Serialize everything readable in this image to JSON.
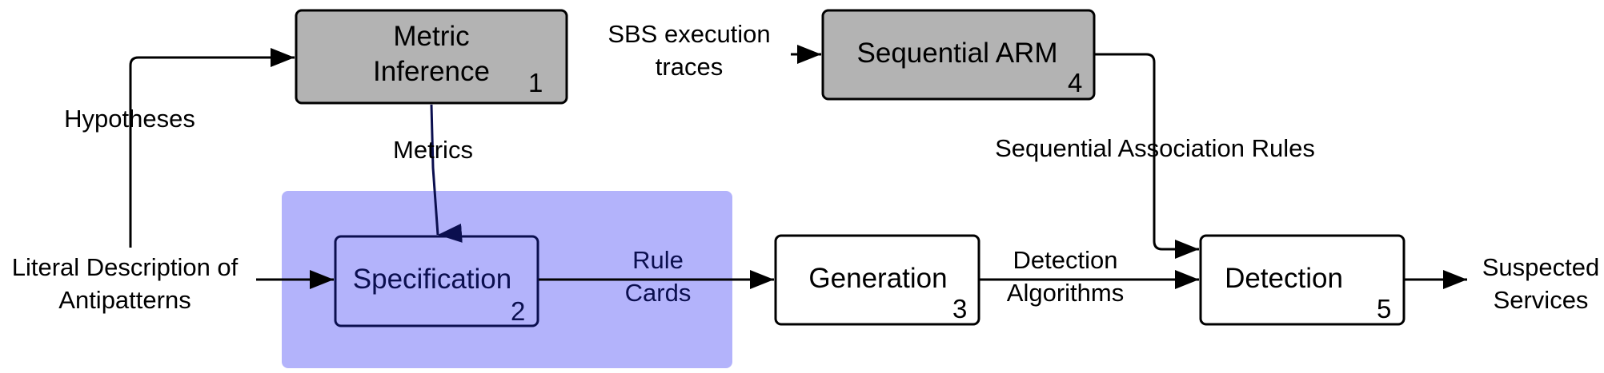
{
  "colors": {
    "gray_box": "#b3b3b3",
    "white_box": "#ffffff",
    "highlight": "#b3b3fb",
    "navy": "#0b0f4f",
    "stroke": "#000000"
  },
  "nodes": {
    "metric_inference": {
      "title_line1": "Metric",
      "title_line2": "Inference",
      "number": "1"
    },
    "specification": {
      "title": "Specification",
      "number": "2"
    },
    "generation": {
      "title": "Generation",
      "number": "3"
    },
    "sequential_arm": {
      "title": "Sequential ARM",
      "number": "4"
    },
    "detection": {
      "title": "Detection",
      "number": "5"
    }
  },
  "labels": {
    "hypotheses": "Hypotheses",
    "metrics": "Metrics",
    "literal_line1": "Literal Description of",
    "literal_line2": "Antipatterns",
    "rule_cards_line1": "Rule",
    "rule_cards_line2": "Cards",
    "sbs_line1": "SBS execution",
    "sbs_line2": "traces",
    "sequential_rules": "Sequential Association Rules",
    "detection_alg_line1": "Detection",
    "detection_alg_line2": "Algorithms",
    "suspected_line1": "Suspected",
    "suspected_line2": "Services"
  }
}
